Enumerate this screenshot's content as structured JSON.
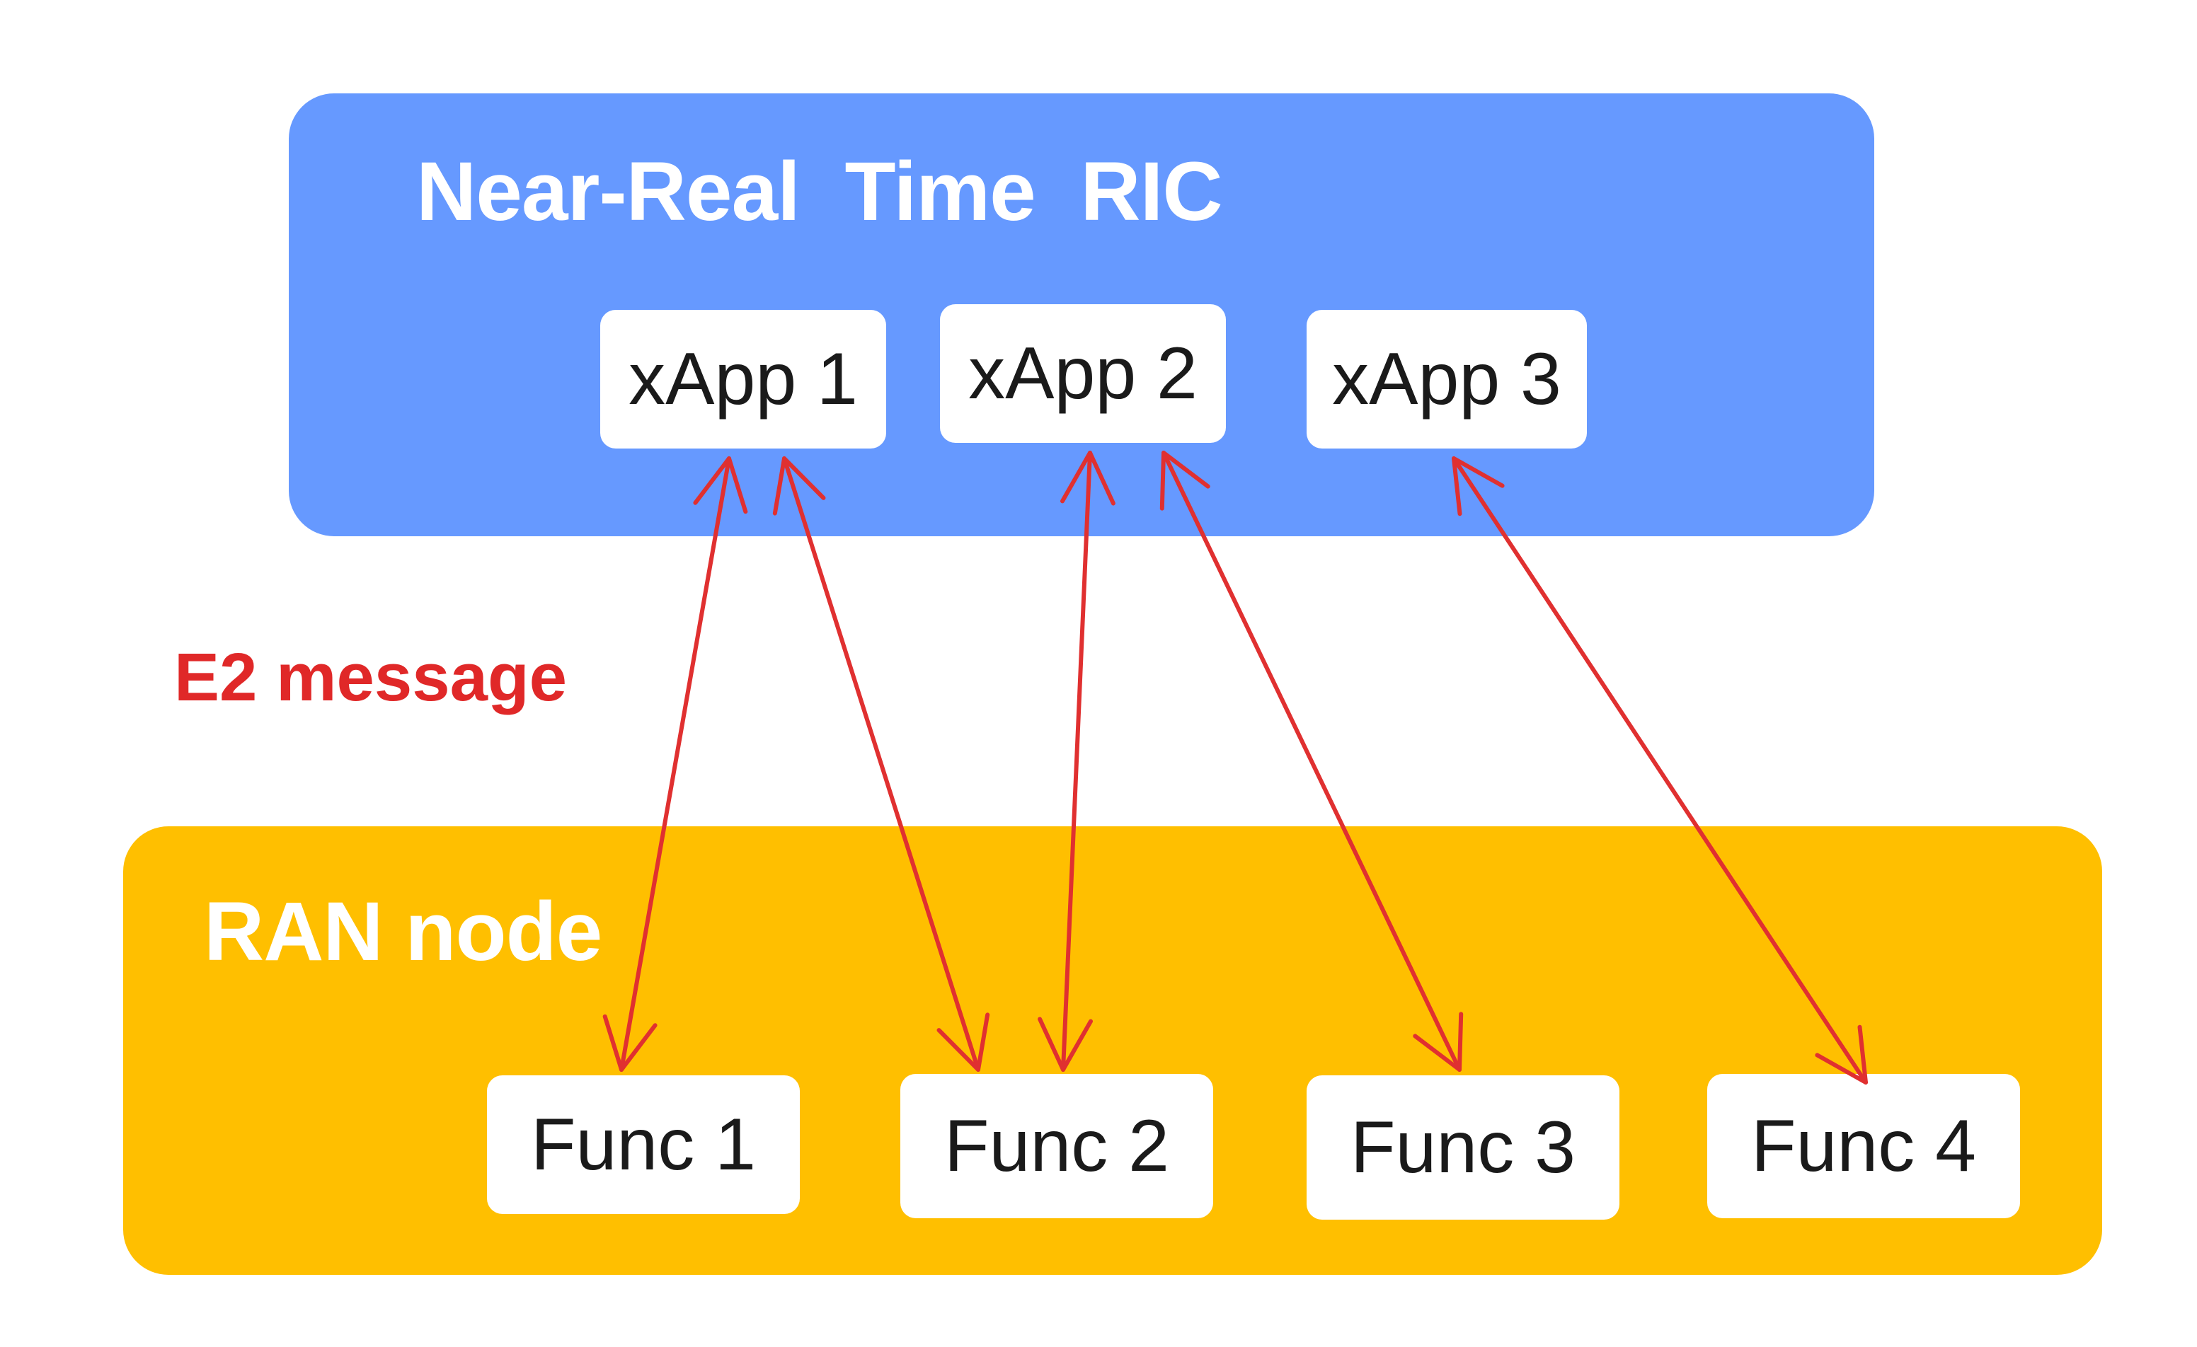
{
  "colors": {
    "ric_panel": "#6699FF",
    "ran_panel": "#FFBF00",
    "panel_title_text": "#FFFFFF",
    "box_text": "#1A1A1A",
    "arrow": "#E03030",
    "label_text": "#E02828"
  },
  "ric": {
    "title": "Near-Real  Time  RIC",
    "xapps": [
      "xApp 1",
      "xApp 2",
      "xApp 3"
    ]
  },
  "ran": {
    "title": "RAN node",
    "funcs": [
      "Func 1",
      "Func 2",
      "Func 3",
      "Func 4"
    ]
  },
  "e2_label": "E2 message",
  "connections": [
    {
      "from": "xApp 1",
      "to": "Func 1"
    },
    {
      "from": "xApp 1",
      "to": "Func 2"
    },
    {
      "from": "xApp 2",
      "to": "Func 2"
    },
    {
      "from": "xApp 2",
      "to": "Func 3"
    },
    {
      "from": "xApp 3",
      "to": "Func 4"
    }
  ]
}
